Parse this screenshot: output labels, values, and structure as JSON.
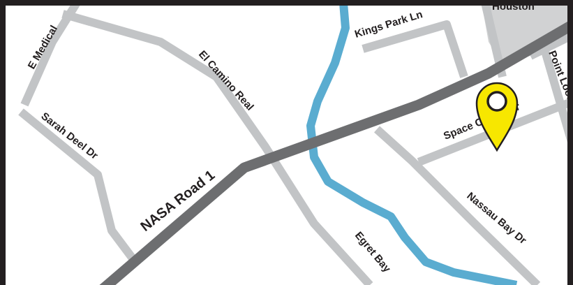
{
  "map": {
    "roads": {
      "e_medical": "E Medical",
      "sarah_deel": "Sarah Deel Dr",
      "el_camino": "El Camino Real",
      "kings_park": "Kings Park Ln",
      "houston": "Houston",
      "point_lookout": "Point Lookout",
      "space_center": "Space Center Dr",
      "nasa_road": "NASA Road 1",
      "egret_bay": "Egret Bay",
      "nassau_bay": "Nassau Bay Dr"
    },
    "marker": {
      "icon": "map-pin-icon",
      "color": "#f7e700"
    },
    "colors": {
      "street": "#c2c4c6",
      "highway": "#6d6e70",
      "water": "#5aacd0",
      "building": "#d1d2d3",
      "border": "#231f20"
    }
  }
}
